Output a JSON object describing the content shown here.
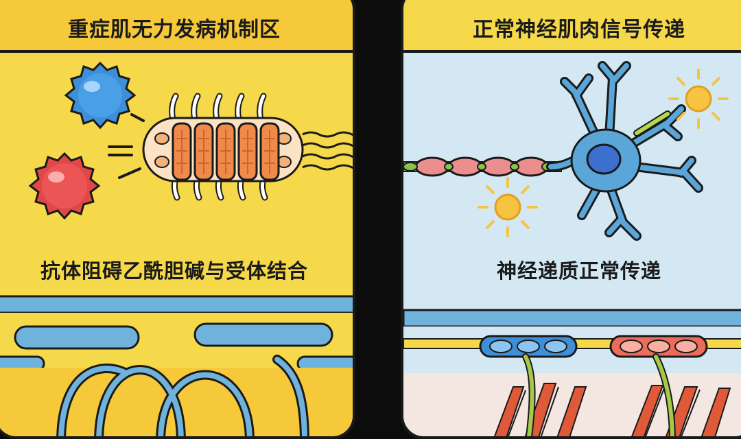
{
  "left_panel": {
    "title": "重症肌无力发病机制区",
    "caption": "抗体阻碍乙酰胆碱与受体结合"
  },
  "right_panel": {
    "title": "正常神经肌肉信号传递",
    "caption": "神经递质正常传递"
  },
  "colors": {
    "background": "#0c0c0c",
    "left_panel": "#f6d94a",
    "right_panel": "#d4e8f3",
    "header": "#f6c93a",
    "outline": "#1a1a1a",
    "membrane_blue": "#6fb2dc",
    "antibody_blue": "#3f8fd8",
    "antibody_red": "#e04848",
    "receptor_orange": "#f08a4b",
    "neuron_blue": "#5aa6d8",
    "axon_pink": "#ec8e8e",
    "sun_yellow": "#f6c440"
  }
}
